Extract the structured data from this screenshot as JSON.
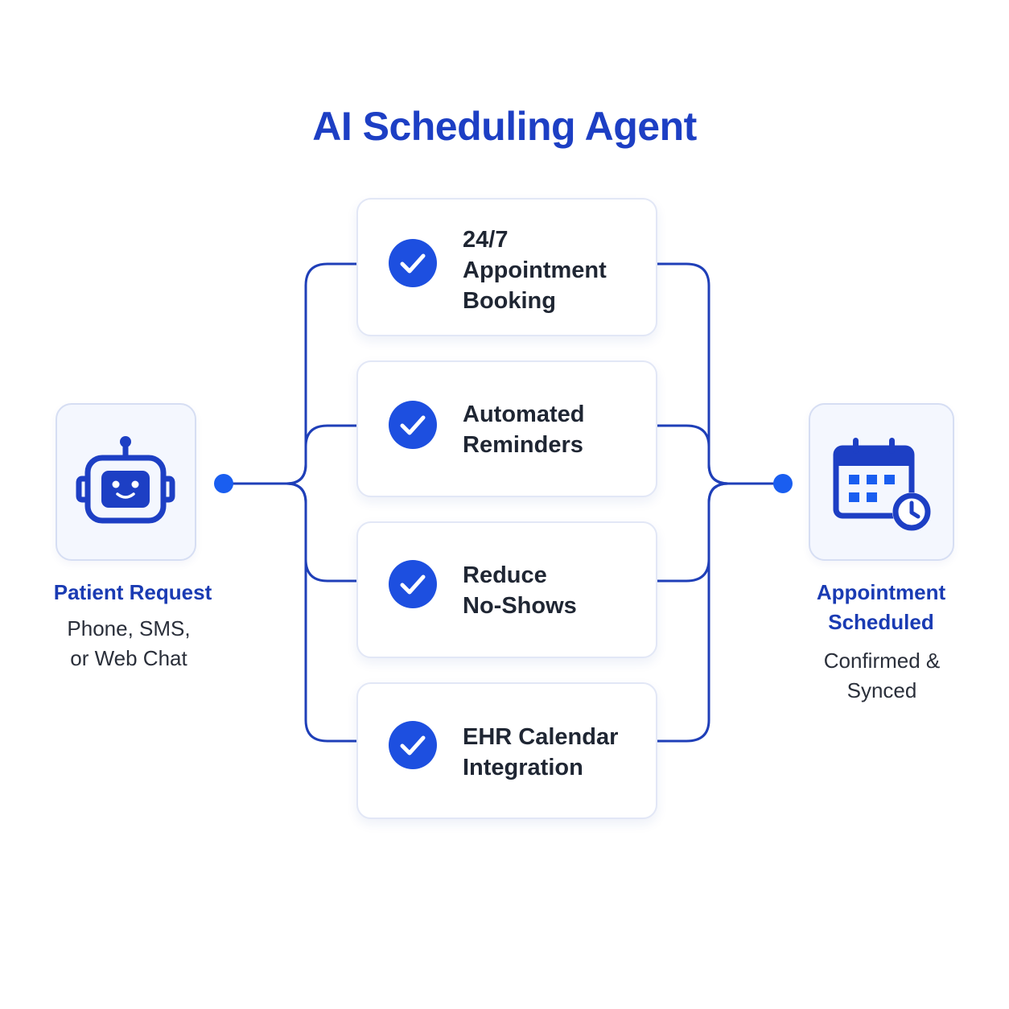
{
  "title": "AI Scheduling Agent",
  "source_node": {
    "icon": "robot-icon",
    "title": "Patient Request",
    "subtitle_lines": [
      "Phone, SMS,",
      "or Web Chat"
    ]
  },
  "target_node": {
    "icon": "calendar-clock-icon",
    "title_lines": [
      "Appointment",
      "Scheduled"
    ],
    "subtitle_lines": [
      "Confirmed &",
      "Synced"
    ]
  },
  "features": [
    {
      "icon": "check-circle-icon",
      "label_lines": [
        "24/7",
        "Appointment",
        "Booking"
      ]
    },
    {
      "icon": "check-circle-icon",
      "label_lines": [
        "Automated",
        "Reminders"
      ]
    },
    {
      "icon": "check-circle-icon",
      "label_lines": [
        "Reduce",
        "No-Shows"
      ]
    },
    {
      "icon": "check-circle-icon",
      "label_lines": [
        "EHR Calendar",
        "Integration"
      ]
    }
  ],
  "colors": {
    "primary": "#1d3fc4",
    "accent": "#1a5ef0",
    "line": "#1f3fb8"
  }
}
